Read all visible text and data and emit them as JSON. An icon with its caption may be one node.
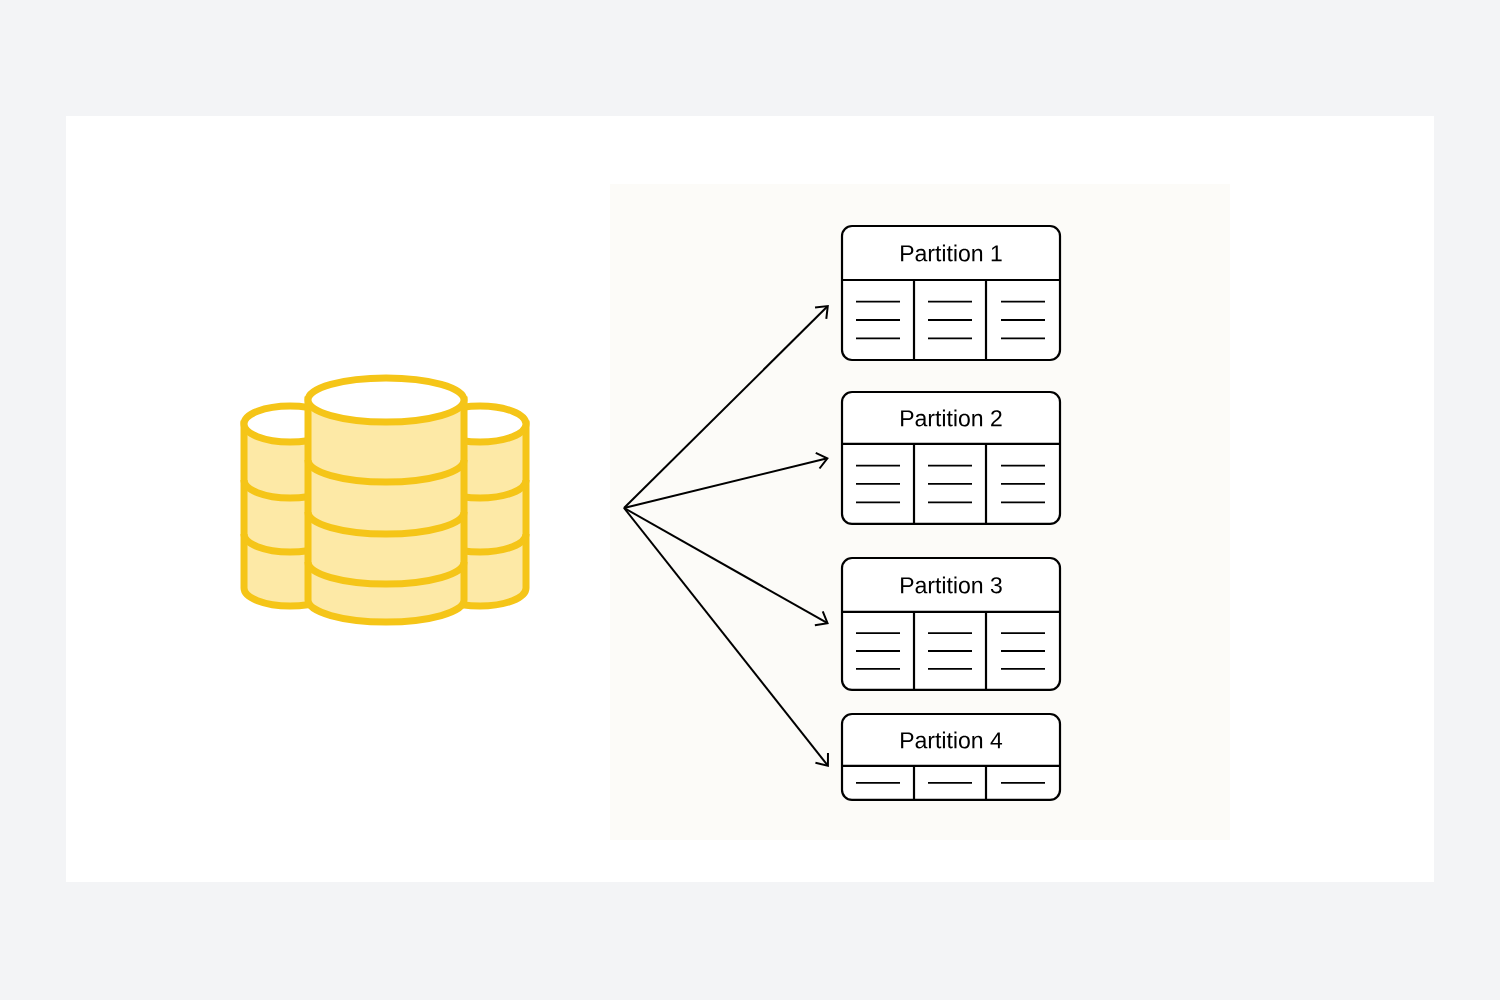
{
  "diagram": {
    "nodes": [
      {
        "text": [],
        "shape": "cylinder"
      },
      {
        "text": [
          "Partition 1"
        ]
      },
      {
        "text": [
          "Partition 2"
        ]
      },
      {
        "text": [
          "Partition 3"
        ]
      },
      {
        "text": [
          "Partition 4"
        ]
      }
    ],
    "edges": [
      {
        "from": null,
        "to": 1,
        "arrow": "to"
      },
      {
        "from": null,
        "to": 2,
        "arrow": "to"
      },
      {
        "from": null,
        "to": 3,
        "arrow": "to"
      },
      {
        "from": null,
        "to": 4,
        "arrow": "to"
      }
    ]
  }
}
